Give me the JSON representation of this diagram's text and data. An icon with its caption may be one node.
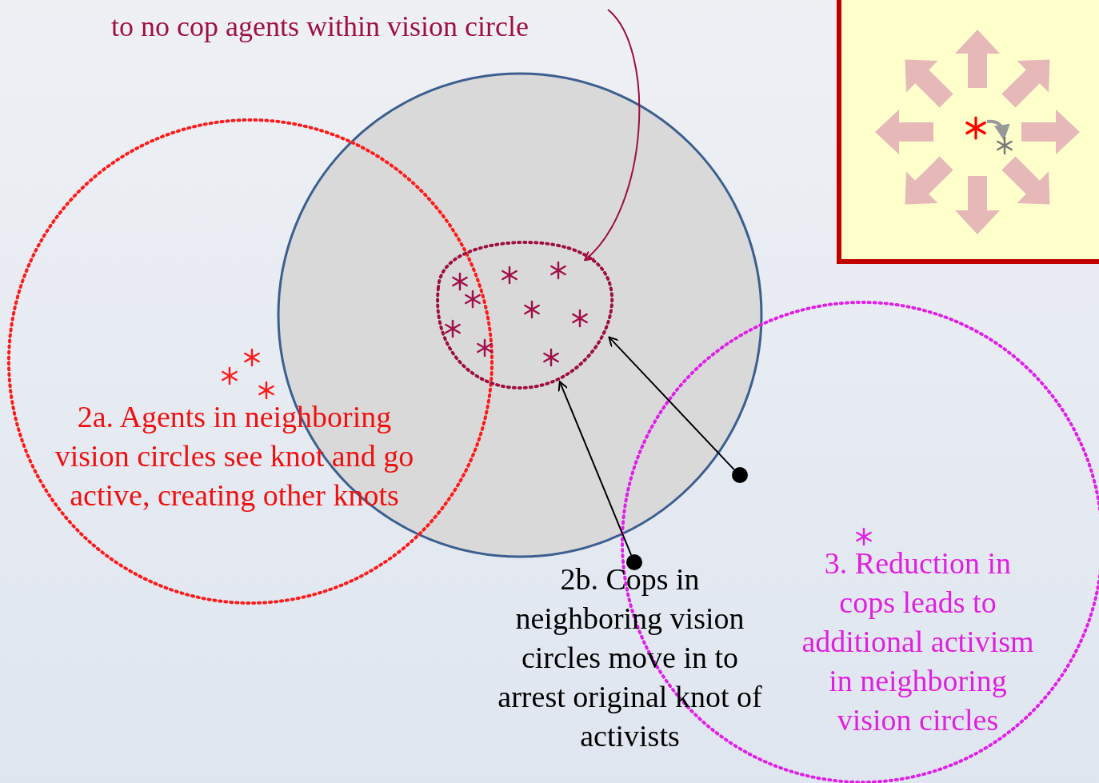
{
  "diagram": {
    "nodes": [
      {
        "text": [
          "to no cop agents within vision circle"
        ]
      },
      {
        "text": [],
        "shape": "circle"
      },
      {
        "text": [],
        "shape": "circle"
      },
      {
        "text": [],
        "shape": "circle"
      }
    ],
    "edges": [
      {
        "from": 0,
        "to": 1,
        "arrow": "to",
        "color": "#9e1040"
      },
      {
        "from": 2,
        "to": 1,
        "arrow": "to"
      },
      {
        "from": 3,
        "to": 1,
        "arrow": "to"
      }
    ],
    "labels": [
      "2a.  Agents in neighboring vision circles see knot and go active, creating other knots",
      "2b.  Cops in neighboring vision circles move in to arrest original knot of activists",
      "3.  Reduction in cops leads to additional activism in neighboring vision circles"
    ]
  }
}
